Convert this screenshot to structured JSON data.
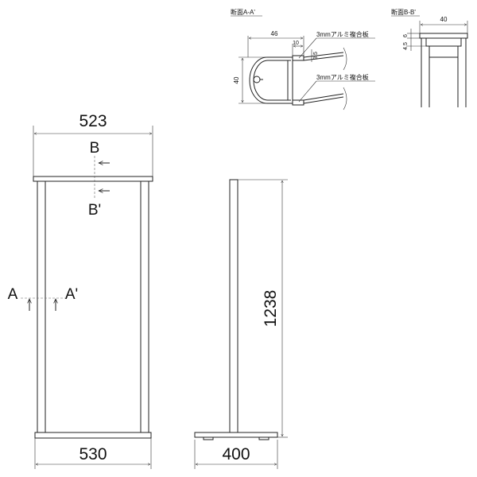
{
  "front": {
    "top_width": "523",
    "bottom_width": "530",
    "label_a": "A",
    "label_a_prime": "A'",
    "label_b": "B",
    "label_b_prime": "B'"
  },
  "side": {
    "height": "1238",
    "base_depth": "400"
  },
  "section_aa": {
    "title": "断面A-A'",
    "width": "46",
    "inner": "10",
    "gap": "3.5",
    "height": "40",
    "panel_top": "3mmアルミ複合板",
    "panel_bottom": "3mmアルミ複合板"
  },
  "section_bb": {
    "title": "断面B-B'",
    "width": "40",
    "dim_top": "6",
    "dim_bottom": "4.5"
  }
}
